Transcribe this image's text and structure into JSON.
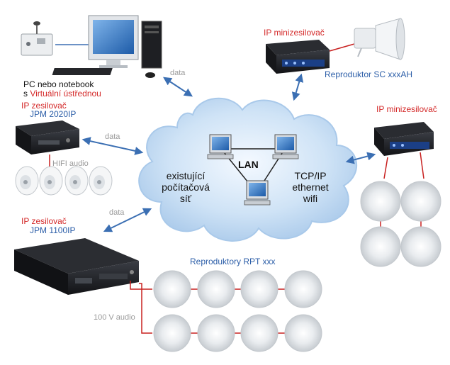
{
  "colors": {
    "label_red": "#d42a2a",
    "label_blue": "#2c5ea8",
    "link_blue": "#3b6fb3",
    "wire_red": "#c8201f",
    "cloud_fill": "#cfe3f6",
    "cloud_edge": "#a9c9ea"
  },
  "labels": {
    "pc_line1": "PC nebo notebook",
    "pc_line2_prefix": "s ",
    "pc_line2_highlight": "Virtuální ústřednou",
    "data_pc": "data",
    "data_amp2020": "data",
    "data_amp1100": "data",
    "ip_minizes_top": "IP minizesilovač",
    "repro_sc": "Reproduktor SC xxxAH",
    "ip_minizes_right": "IP minizesilovač",
    "ip_zesilovac_1": "IP zesilovač",
    "jpm_2020": "JPM 2020IP",
    "hifi_audio": "HIFI audio",
    "ip_zesilovac_2": "IP zesilovač",
    "jpm_1100": "JPM 1100IP",
    "repro_rpt": "Reproduktory RPT xxx",
    "audio_100v": "100 V audio"
  },
  "cloud": {
    "lan": "LAN",
    "left_line1": "existující",
    "left_line2": "počítačová",
    "left_line3": "síť",
    "right_line1": "TCP/IP",
    "right_line2": "ethernet",
    "right_line3": "wifi"
  },
  "icons": {
    "microphone": "paging-microphone-icon",
    "pc": "desktop-pc-icon",
    "horn": "horn-speaker-icon",
    "mini_amp": "ip-mini-amplifier-icon",
    "amp_2020": "ip-amplifier-2020-icon",
    "amp_1100": "ip-amplifier-1100-icon",
    "hifi_speaker": "hifi-speaker-icon",
    "ceiling_speaker": "ceiling-speaker-icon",
    "lan_computer": "lan-computer-icon"
  }
}
